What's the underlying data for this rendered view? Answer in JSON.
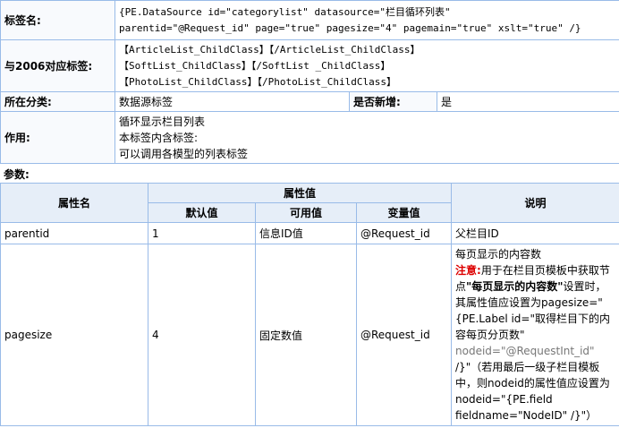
{
  "info": {
    "tag_label": "标签名:",
    "tag_line1": "{PE.DataSource id=\"categorylist\" datasource=\"栏目循环列表\"",
    "tag_line2": "parentid=\"@Request_id\" page=\"true\" pagesize=\"4\" pagemain=\"true\" xslt=\"true\" /}",
    "compat_label": "与2006对应标签:",
    "compat_line1": "【ArticleList_ChildClass】【/ArticleList_ChildClass】",
    "compat_line2": "【SoftList_ChildClass】【/SoftList _ChildClass】",
    "compat_line3": "【PhotoList_ChildClass】【/PhotoList_ChildClass】",
    "category_label": "所在分类:",
    "category_value": "数据源标签",
    "new_label": "是否新增:",
    "new_value": "是",
    "usage_label": "作用:",
    "usage_line1": "循环显示栏目列表",
    "usage_line2": "本标签内含标签:",
    "usage_line3": "可以调用各模型的列表标签"
  },
  "params_title": "参数:",
  "params": {
    "headers": {
      "name": "属性名",
      "value": "属性值",
      "desc": "说明",
      "default": "默认值",
      "available": "可用值",
      "variable": "变量值"
    },
    "rows": [
      {
        "name": "parentid",
        "default": "1",
        "available": "信息ID值",
        "variable": "@Request_id",
        "desc": "父栏目ID"
      },
      {
        "name": "pagesize",
        "default": "4",
        "available": "固定数值",
        "variable": "@Request_id",
        "desc_line1": "每页显示的内容数",
        "note_label": "注意:",
        "desc_line2": "用于在栏目页模板中获取节点",
        "desc_bold": "\"每页显示的内容数\"",
        "desc_line3": "设置时，其属性值应设置为pagesize=\"{PE.Label id=\"取得栏目下的内容每页分页数\"",
        "desc_gray": "nodeid=\"@RequestInt_id\"",
        "desc_line4": "/}\"（若用最后一级子栏目模板中，则nodeid的属性值应设置为nodeid=\"{PE.field fieldname=\"NodeID\" /}\"）"
      }
    ]
  }
}
